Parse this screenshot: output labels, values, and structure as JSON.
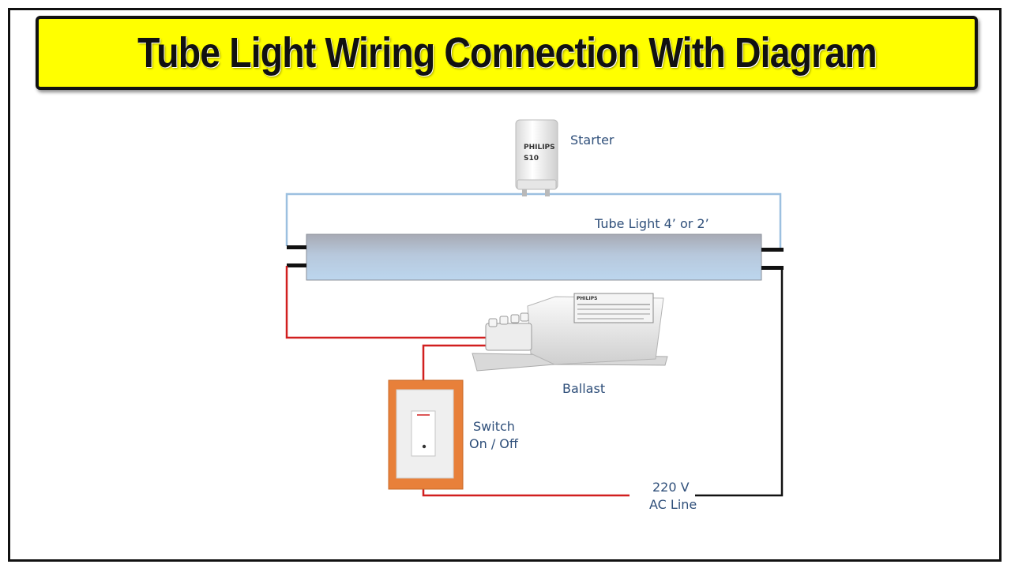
{
  "title": "Tube Light Wiring Connection With Diagram",
  "labels": {
    "starter": "Starter",
    "tube": "Tube Light 4’ or 2’",
    "ballast": "Ballast",
    "switch_line1": "Switch",
    "switch_line2": "On / Off",
    "supply_line1": "220 V",
    "supply_line2": "AC Line"
  },
  "starter_marking": {
    "brand": "PHILIPS",
    "model": "S10"
  },
  "ballast_marking": {
    "brand": "PHILIPS"
  },
  "colors": {
    "banner": "#ffff00",
    "phase_wire": "#d11f1f",
    "neutral_wire": "#111111",
    "starter_wire": "#9cc0e0",
    "tube_glow": "#bcd6ee",
    "switch_plate": "#e8803a",
    "label_text": "#2f4f7a"
  }
}
